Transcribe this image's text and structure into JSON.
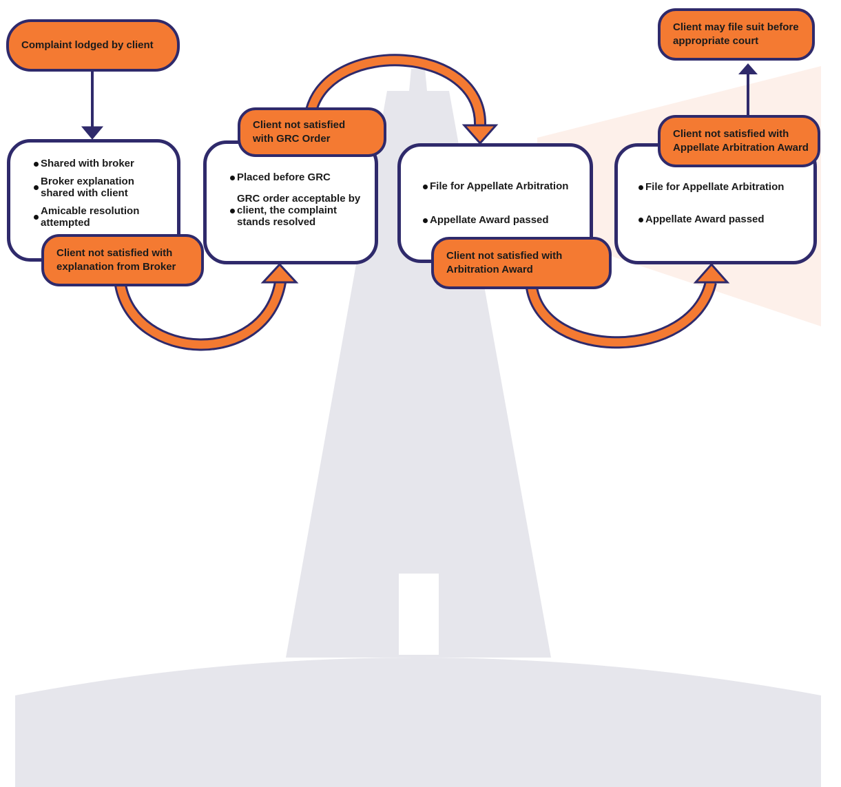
{
  "start": {
    "label": "Complaint lodged by client"
  },
  "stage1": {
    "items": [
      "Shared with broker",
      "Broker explanation shared with client",
      "Amicable resolution attempted"
    ],
    "escalation": [
      "Client not satisfied with",
      "explanation from Broker"
    ]
  },
  "stage2": {
    "items": [
      "Placed before GRC",
      "GRC order acceptable by client, the complaint stands resolved"
    ],
    "escalation": [
      "Client not satisfied",
      "with GRC Order"
    ]
  },
  "stage3": {
    "items": [
      "File for Appellate Arbitration",
      "Appellate Award passed"
    ],
    "escalation": [
      "Client not satisfied with",
      "Arbitration Award"
    ]
  },
  "stage4": {
    "items": [
      "File for Appellate Arbitration",
      "Appellate Award passed"
    ],
    "escalation": [
      "Client not satisfied with",
      "Appellate Arbitration Award"
    ]
  },
  "end": {
    "label": [
      "Client may file suit before",
      "appropriate court"
    ]
  },
  "colors": {
    "navy": "#2f2a6b",
    "orange": "#f47a32",
    "silhouette": "#e6e6ec",
    "peach": "#fdf0ea"
  }
}
